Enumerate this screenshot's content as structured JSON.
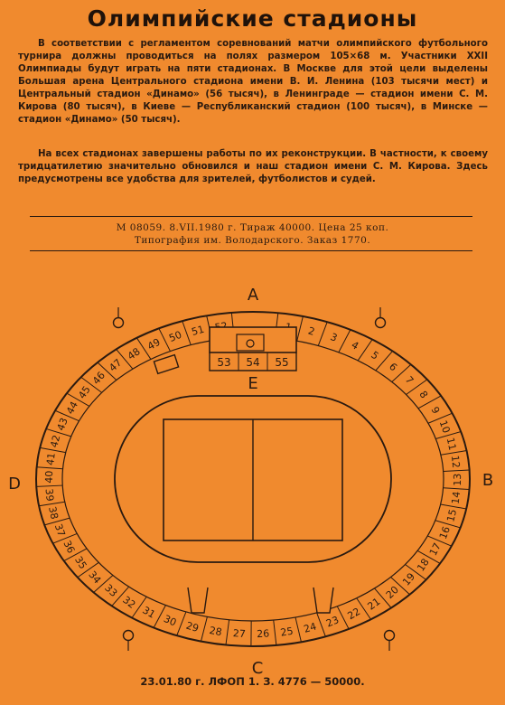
{
  "title": "Олимпийские стадионы",
  "paragraphs": [
    "В соответствии с регламентом соревнований матчи олимпийского футбольного турнира должны проводиться на полях размером 105×68 м. Участники XXII Олимпиады будут играть на пяти стадионах. В Москве для этой цели выделены Большая арена Центрального стадиона имени В. И. Ленина (103 тысячи мест) и Центральный стадион «Динамо» (56 тысяч), в Ленинграде — стадион имени С. М. Кирова (80 тысяч), в Киеве — Республиканский стадион (100 тысяч), в Минске — стадион «Динамо» (50 тысяч).",
    "На всех стадионах завершены работы по их реконструкции. В частности, к своему тридцатилетию значительно обновился и наш стадион имени С. М. Кирова. Здесь предусмотрены все удобства для зрителей, футболистов и судей."
  ],
  "imprint": {
    "line1": "М 08059. 8.VII.1980 г.   Тираж 40000. Цена 25 коп.",
    "line2": "Типография им. Володарского. Заказ 1770."
  },
  "stadium": {
    "stands": {
      "A": "A",
      "B": "B",
      "C": "C",
      "D": "D",
      "E": "E"
    },
    "sectors": [
      "1",
      "2",
      "3",
      "4",
      "5",
      "6",
      "7",
      "8",
      "9",
      "10",
      "11",
      "12",
      "13",
      "14",
      "15",
      "16",
      "17",
      "18",
      "19",
      "20",
      "21",
      "22",
      "23",
      "24",
      "25",
      "26",
      "27",
      "28",
      "29",
      "30",
      "31",
      "32",
      "33",
      "34",
      "35",
      "36",
      "37",
      "38",
      "39",
      "40",
      "41",
      "42",
      "43",
      "44",
      "45",
      "46",
      "47",
      "48",
      "49",
      "50",
      "51",
      "52"
    ],
    "box_sectors": [
      "53",
      "54",
      "55"
    ]
  },
  "footer": "23.01.80 г. ЛФОП 1. З. 4776 — 50000."
}
